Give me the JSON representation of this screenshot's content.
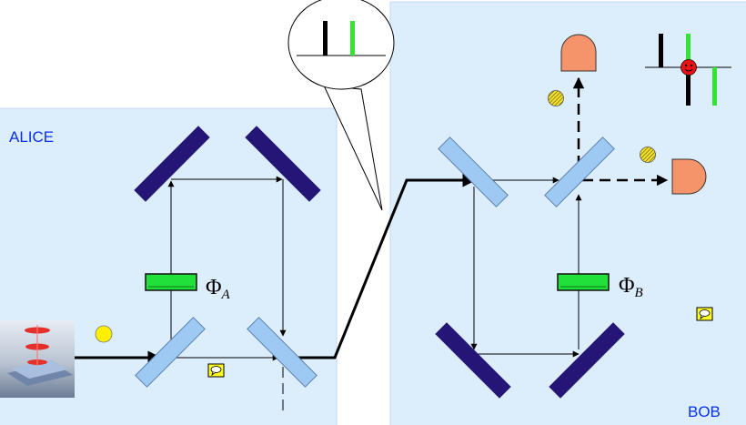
{
  "labels": {
    "alice": "ALICE",
    "bob": "BOB",
    "phase_alice": "Φ",
    "phase_alice_sub": "A",
    "phase_bob": "Φ",
    "phase_bob_sub": "B"
  },
  "colors": {
    "panel_fill": "#dceefb",
    "panel_edge": "#c4daf0",
    "label_blue": "#0a2ff0",
    "mirror": "#241577",
    "beamsplitter": "#9ec9f2",
    "beamsplitter_edge": "#5c7fb0",
    "phase_shifter": "#22e03a",
    "detector": "#f5946b",
    "photon": "#ffef00",
    "photon_hatched": "#f4e024",
    "pulse_green": "#33e433",
    "pulse_black": "#000000",
    "eavesdropper": "#ee1111",
    "speech_icon": "#ffff22"
  },
  "icons": {
    "source": "laser-source-icon",
    "photon": "photon-icon",
    "note": "speech-bubble-icon",
    "eavesdropper": "smiley-icon",
    "detector": "detector-icon"
  }
}
